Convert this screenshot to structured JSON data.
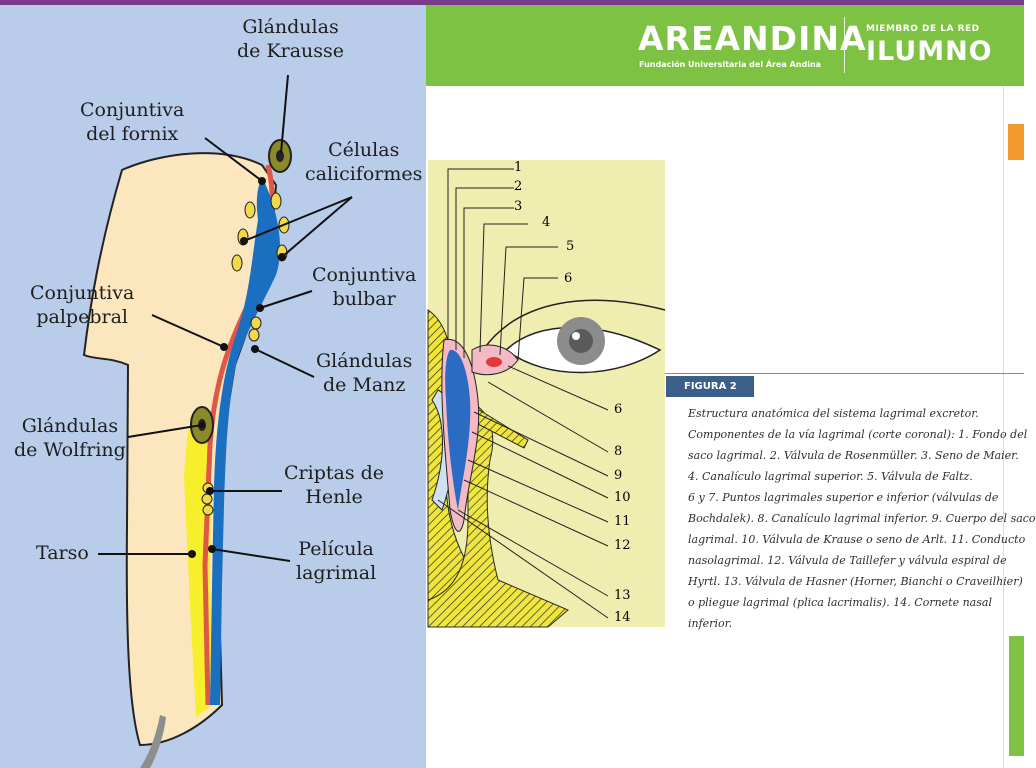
{
  "left_labels": {
    "krausse": "Glándulas\nde Krausse",
    "fornix": "Conjuntiva\ndel fornix",
    "caliciformes": "Células\ncaliciformes",
    "bulbar": "Conjuntiva\nbulbar",
    "palpebral": "Conjuntiva\npalpebral",
    "manz": "Glándulas\nde Manz",
    "wolfring": "Glándulas\nde Wolfring",
    "henle": "Criptas de\nHenle",
    "tarso": "Tarso",
    "pelicula": "Película\nlagrimal"
  },
  "header": {
    "brand": "AREANDINA",
    "brand_sub": "Fundación Universitaria del Área Andina",
    "member": "MIEMBRO DE LA RED",
    "network": "ILUMNO"
  },
  "figure": {
    "badge": "FIGURA 2",
    "caption_lines": [
      "Estructura anatómica del sistema lagrimal excretor.",
      "Componentes de la vía lagrimal (corte coronal): 1. Fondo del",
      "saco lagrimal. 2. Válvula de Rosenmüller. 3. Seno de Maier.",
      "4. Canalículo lagrimal superior. 5. Válvula de Faltz.",
      "6 y 7. Puntos lagrimales superior e inferior (válvulas de",
      "Bochdalek). 8. Canalículo lagrimal inferior. 9. Cuerpo del saco",
      "lagrimal. 10. Válvula de Krause o seno de Arlt. 11. Conducto",
      "nasolagrimal. 12. Válvula de Taillefer y válvula espiral de",
      "Hyrtl. 13. Válvula de Hasner (Horner, Bianchi o Craveilhier)",
      "o pliegue lagrimal (plica lacrimalis). 14. Cornete nasal",
      "inferior."
    ]
  },
  "callouts": [
    "1",
    "2",
    "3",
    "4",
    "5",
    "6",
    "6",
    "8",
    "9",
    "10",
    "11",
    "12",
    "13",
    "14"
  ],
  "colors": {
    "left_bg": "#b9cdea",
    "header_green": "#7dc242",
    "badge_blue": "#3b5f8a",
    "diagram_bg": "#efeeb0",
    "tissue_beige": "#fbe6bd",
    "film_blue": "#1b6fc0",
    "tarsus_yellow": "#f7ef2c"
  }
}
